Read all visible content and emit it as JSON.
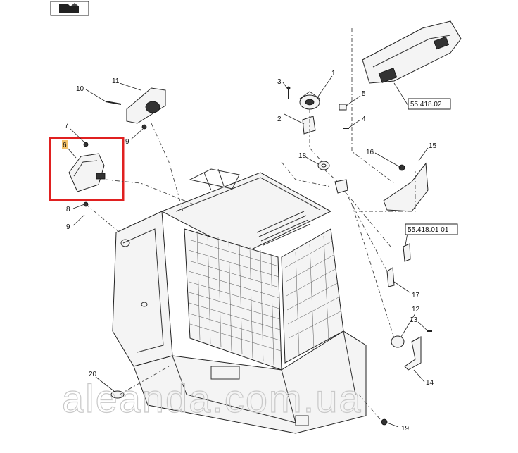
{
  "callouts": [
    {
      "id": "c1",
      "label": "1"
    },
    {
      "id": "c2",
      "label": "2"
    },
    {
      "id": "c3",
      "label": "3"
    },
    {
      "id": "c4",
      "label": "4"
    },
    {
      "id": "c5",
      "label": "5"
    },
    {
      "id": "c6",
      "label": "6"
    },
    {
      "id": "c7",
      "label": "7"
    },
    {
      "id": "c8",
      "label": "8"
    },
    {
      "id": "c9a",
      "label": "9"
    },
    {
      "id": "c9b",
      "label": "9"
    },
    {
      "id": "c10",
      "label": "10"
    },
    {
      "id": "c11",
      "label": "11"
    },
    {
      "id": "c12",
      "label": "12"
    },
    {
      "id": "c13",
      "label": "13"
    },
    {
      "id": "c14",
      "label": "14"
    },
    {
      "id": "c15",
      "label": "15"
    },
    {
      "id": "c16",
      "label": "16"
    },
    {
      "id": "c17",
      "label": "17"
    },
    {
      "id": "c18",
      "label": "18"
    },
    {
      "id": "c19",
      "label": "19"
    },
    {
      "id": "c20",
      "label": "20"
    }
  ],
  "references": {
    "ref_upper": "55.418.02",
    "ref_lower": "55.418.01 01"
  },
  "highlight": {
    "part": "6",
    "color": "#e02020"
  },
  "watermark": "aleanda.com.ua",
  "colors": {
    "highlight_box": "#e02020",
    "callout_6_bg": "#f3c26b"
  }
}
